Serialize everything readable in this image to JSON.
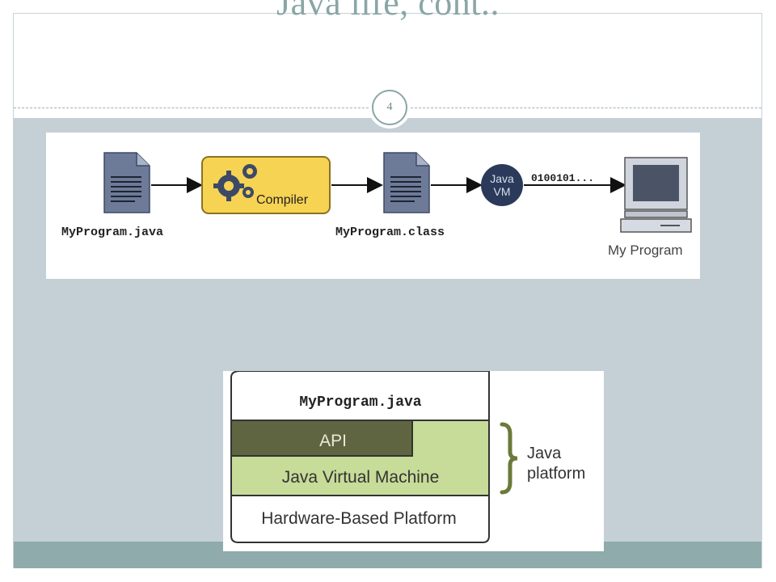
{
  "slide": {
    "title": "Java life, cont..",
    "page_number": "4"
  },
  "compile_flow": {
    "source_file": "MyProgram.java",
    "compiler": "Compiler",
    "class_file": "MyProgram.class",
    "jvm_line1": "Java",
    "jvm_line2": "VM",
    "binary": "0100101...",
    "output": "My Program"
  },
  "platform_stack": {
    "program": "MyProgram.java",
    "api": "API",
    "jvm": "Java Virtual Machine",
    "hardware": "Hardware-Based Platform",
    "brace_label_line1": "Java",
    "brace_label_line2": "platform"
  },
  "colors": {
    "title": "#8aa6a6",
    "content_bg": "#c5d0d6",
    "bottom_band": "#8fabab",
    "compiler_box": "#f7d354",
    "jvm_circle": "#2b3a5a",
    "api_block": "#5f6541",
    "jvm_block": "#c7dc98",
    "brace": "#6b7a3a"
  }
}
